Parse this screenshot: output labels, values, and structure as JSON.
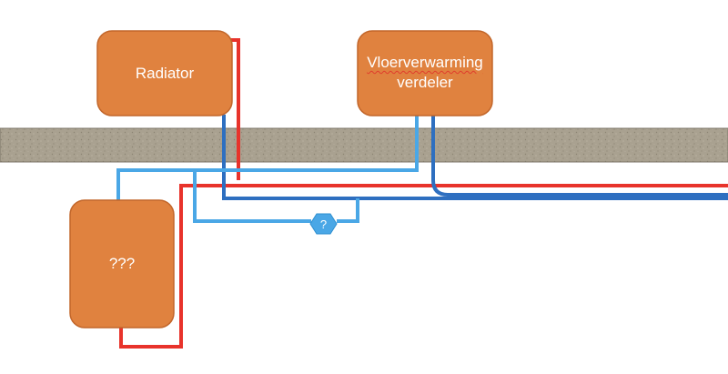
{
  "nodes": {
    "radiator": {
      "label": "Radiator"
    },
    "floor_heating_manifold": {
      "line1": "Vloerverwarming",
      "line2": "verdeler"
    },
    "unknown_unit": {
      "label": "???"
    },
    "valve": {
      "label": "?"
    }
  },
  "colors": {
    "box_fill": "#e0823f",
    "box_stroke": "#c2662a",
    "supply_red": "#e8332b",
    "return_dark_blue": "#2e6fc0",
    "light_blue": "#4aa7e6",
    "floor_slab": "#a8a08f"
  }
}
